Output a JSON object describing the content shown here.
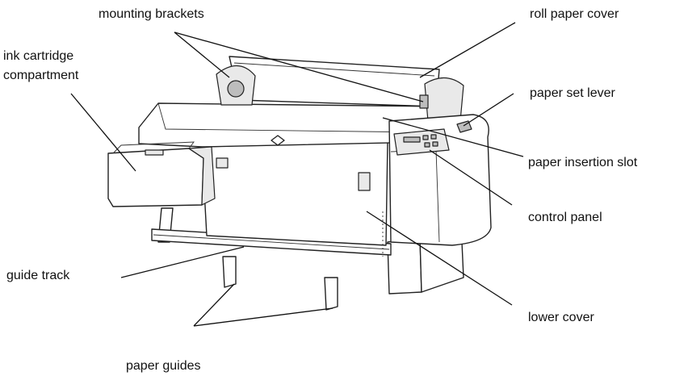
{
  "labels": {
    "mounting_brackets": "mounting brackets",
    "roll_paper_cover": "roll paper cover",
    "ink_cartridge_line1": "ink cartridge",
    "ink_cartridge_line2": "compartment",
    "paper_set_lever": "paper set lever",
    "paper_insertion_slot": "paper insertion slot",
    "control_panel": "control panel",
    "guide_track": "guide track",
    "lower_cover": "lower cover",
    "paper_guides": "paper guides"
  }
}
